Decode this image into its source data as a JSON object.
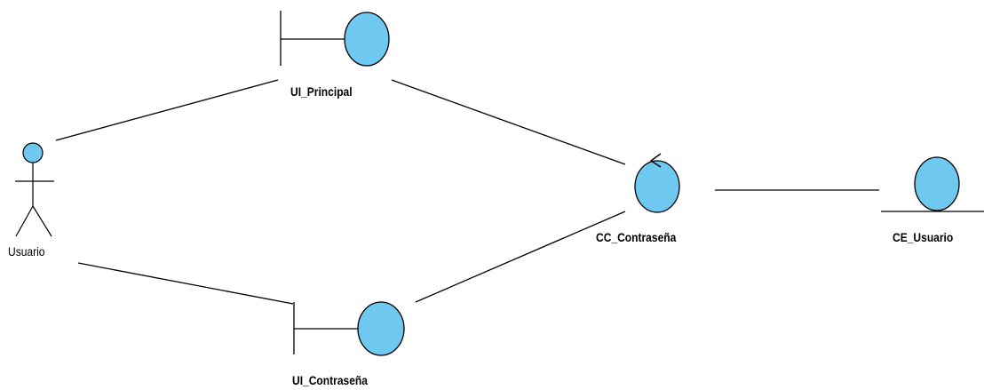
{
  "diagram": {
    "colors": {
      "fill": "#6ec8f0",
      "stroke": "#000000",
      "background": "#ffffff"
    },
    "elements": {
      "actor": {
        "label": "Usuario",
        "kind": "actor"
      },
      "ui_principal": {
        "label": "UI_Principal",
        "kind": "boundary"
      },
      "ui_contrasena": {
        "label": "UI_Contraseña",
        "kind": "boundary"
      },
      "cc_contrasena": {
        "label": "CC_Contraseña",
        "kind": "control"
      },
      "ce_usuario": {
        "label": "CE_Usuario",
        "kind": "entity"
      }
    },
    "links": [
      {
        "from": "actor",
        "to": "ui_principal"
      },
      {
        "from": "actor",
        "to": "ui_contrasena"
      },
      {
        "from": "ui_principal",
        "to": "cc_contrasena"
      },
      {
        "from": "ui_contrasena",
        "to": "cc_contrasena"
      },
      {
        "from": "cc_contrasena",
        "to": "ce_usuario"
      }
    ]
  }
}
